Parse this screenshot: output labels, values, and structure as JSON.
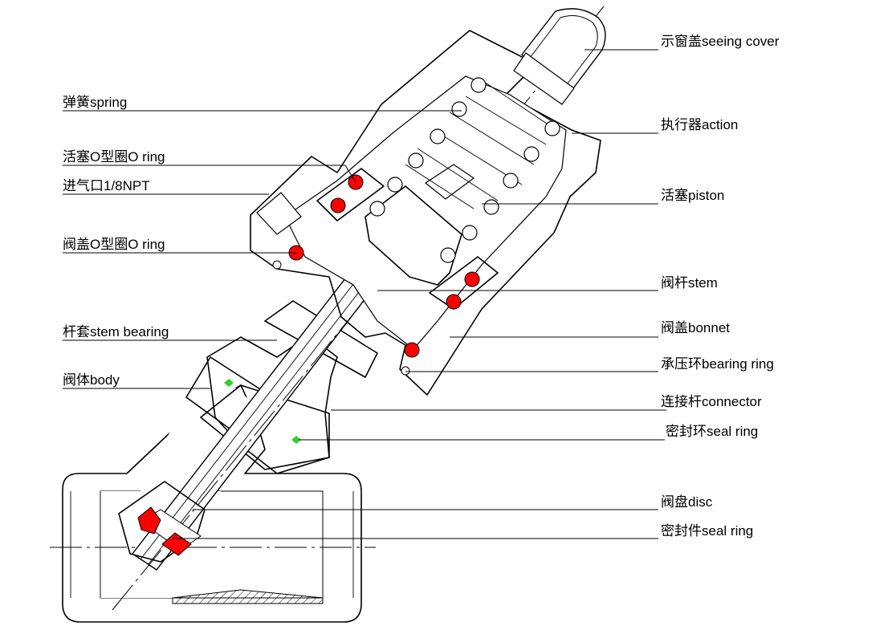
{
  "diagram": {
    "labels_left": [
      {
        "id": "spring",
        "text": "弹簧spring"
      },
      {
        "id": "piston-o-ring",
        "text": "活塞O型圈O ring"
      },
      {
        "id": "air-inlet",
        "text": "进气口1/8NPT"
      },
      {
        "id": "bonnet-o-ring",
        "text": "阀盖O型圈O ring"
      },
      {
        "id": "stem-bearing",
        "text": "杆套stem bearing"
      },
      {
        "id": "body",
        "text": "阀体body"
      }
    ],
    "labels_right": [
      {
        "id": "seeing-cover",
        "text": "示窗盖seeing cover"
      },
      {
        "id": "action",
        "text": "执行器action"
      },
      {
        "id": "piston",
        "text": "活塞piston"
      },
      {
        "id": "stem",
        "text": "阀杆stem"
      },
      {
        "id": "bonnet",
        "text": "阀盖bonnet"
      },
      {
        "id": "bearing-ring",
        "text": "承压环bearing ring"
      },
      {
        "id": "connector",
        "text": "连接杆connector"
      },
      {
        "id": "seal-ring-1",
        "text": "密封环seal ring"
      },
      {
        "id": "disc",
        "text": "阀盘disc"
      },
      {
        "id": "seal-ring-2",
        "text": "密封件seal ring"
      }
    ],
    "colors": {
      "line": "#000000",
      "o_ring": "#ff0000",
      "seal": "#ff0000",
      "seal_ring_marker": "#33cc33",
      "background": "#ffffff"
    }
  }
}
